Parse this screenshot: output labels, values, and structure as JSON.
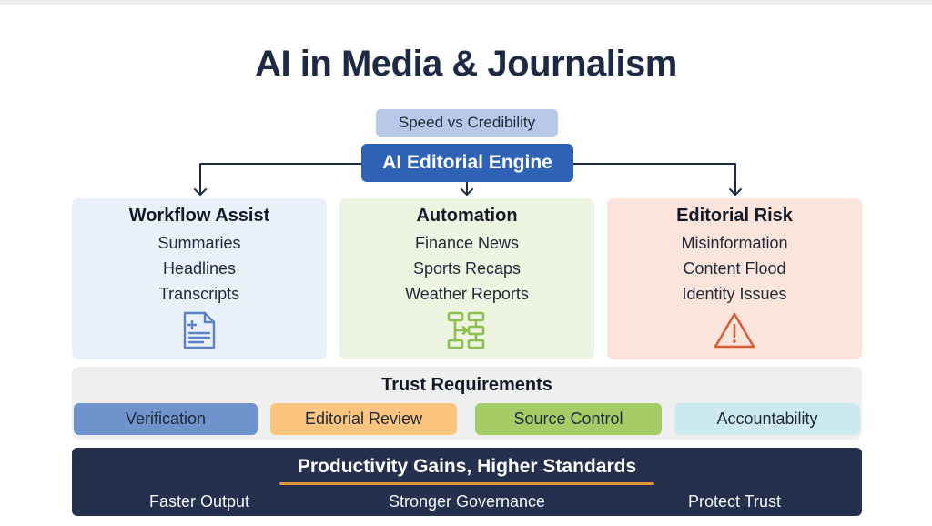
{
  "title": "AI in Media & Journalism",
  "tag": "Speed vs Credibility",
  "engine": "AI Editorial Engine",
  "colors": {
    "title": "#1e2a44",
    "tag_bg": "#b7c8e8",
    "engine_bg": "#2f62b5",
    "connector": "#1e2a44",
    "banner_bg": "#24304e",
    "banner_rule": "#e0963a"
  },
  "cards": [
    {
      "title": "Workflow Assist",
      "items": [
        "Summaries",
        "Headlines",
        "Transcripts"
      ],
      "icon": "document-add-icon",
      "bg": "#eaf0f9",
      "icon_color": "#5b83c4"
    },
    {
      "title": "Automation",
      "items": [
        "Finance News",
        "Sports Recaps",
        "Weather Reports"
      ],
      "icon": "flowchart-icon",
      "bg": "#eef4e2",
      "icon_color": "#8dc04f"
    },
    {
      "title": "Editorial Risk",
      "items": [
        "Misinformation",
        "Content Flood",
        "Identity Issues"
      ],
      "icon": "warning-icon",
      "bg": "#fbe4dc",
      "icon_color": "#d4603a"
    }
  ],
  "trust": {
    "title": "Trust Requirements",
    "pills": [
      {
        "label": "Verification",
        "bg": "#6f93cc"
      },
      {
        "label": "Editorial Review",
        "bg": "#fbc57f"
      },
      {
        "label": "Source Control",
        "bg": "#a6cc68"
      },
      {
        "label": "Accountability",
        "bg": "#cdebee"
      }
    ]
  },
  "banner": {
    "title": "Productivity Gains, Higher Standards",
    "items": [
      "Faster Output",
      "Stronger Governance",
      "Protect Trust"
    ]
  }
}
